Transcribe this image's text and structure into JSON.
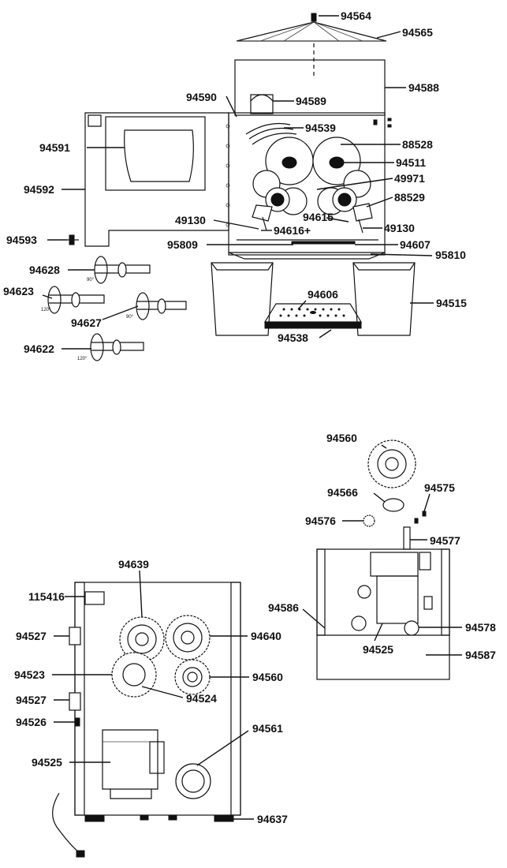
{
  "parts": {
    "p94564": "94564",
    "p94565": "94565",
    "p94588": "94588",
    "p94590": "94590",
    "p94589": "94589",
    "p94539": "94539",
    "p88528": "88528",
    "p94591": "94591",
    "p94511": "94511",
    "p49971": "49971",
    "p94592": "94592",
    "p88529": "88529",
    "p94615": "94615",
    "p49130a": "49130",
    "p94616": "94616+",
    "p49130b": "49130",
    "p94593": "94593",
    "p95809": "95809",
    "p94607": "94607",
    "p95810": "95810",
    "p94628": "94628",
    "p94623": "94623",
    "p94606": "94606",
    "p94515": "94515",
    "p94627": "94627",
    "p94538": "94538",
    "p94622": "94622",
    "p94560top": "94560",
    "p94575": "94575",
    "p94566": "94566",
    "p94576": "94576",
    "p94577": "94577",
    "p94639": "94639",
    "p115416": "115416",
    "p94586": "94586",
    "p94578": "94578",
    "p94527a": "94527",
    "p94640": "94640",
    "p94525right": "94525",
    "p94587": "94587",
    "p94523": "94523",
    "p94560mid": "94560",
    "p94527b": "94527",
    "p94524": "94524",
    "p94526": "94526",
    "p94561": "94561",
    "p94525left": "94525",
    "p94637": "94637"
  },
  "angles": {
    "a90": "90°",
    "a120": "120°",
    "b90": "90°",
    "b120": "120°"
  }
}
